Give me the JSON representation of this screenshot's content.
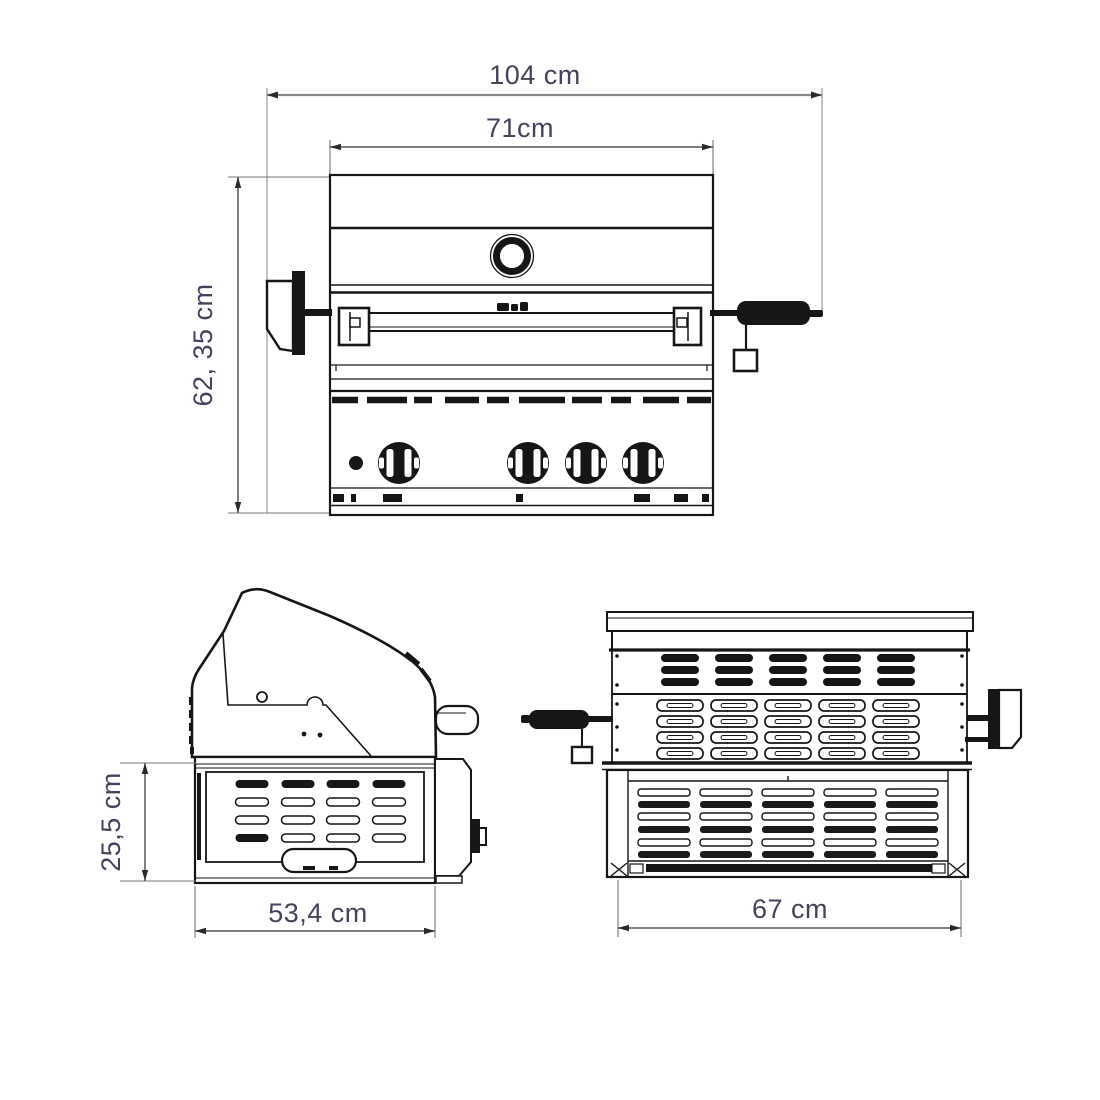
{
  "drawing": {
    "description": "Dimensional line drawing of a built-in gas barbecue grill with rotisserie, shown in three views (front, side, rear)",
    "units": "cm",
    "colors": {
      "ink": "#161616",
      "dimension_line": "#6e6e6e",
      "overall_dimension_line": "#8a8a8a",
      "dimension_text": "#45425b",
      "background": "#ffffff"
    },
    "views": {
      "front": {
        "dimensions": {
          "overall_width": {
            "label": "104 cm",
            "value_cm": 104
          },
          "body_width": {
            "label": "71cm",
            "value_cm": 71
          },
          "overall_height": {
            "label": "62, 35 cm",
            "value_cm": 62.35
          }
        },
        "features": {
          "burner_knobs": 4,
          "ignition_button": 1,
          "thermometer": 1,
          "rotisserie_spit": 1,
          "rotisserie_motor": 1,
          "spit_handle": 1
        }
      },
      "side": {
        "dimensions": {
          "base_height": {
            "label": "25,5 cm",
            "value_cm": 25.5
          },
          "depth": {
            "label": "53,4 cm",
            "value_cm": 53.4
          }
        },
        "features": {
          "lid_handle": 1,
          "vent_slot_columns": 4,
          "vent_slot_rows": 4
        }
      },
      "rear": {
        "dimensions": {
          "base_width": {
            "label": "67 cm",
            "value_cm": 67
          }
        },
        "features": {
          "upper_louver_columns": 5,
          "upper_louver_rows": 3,
          "mid_louver_rows": 4,
          "lower_slot_rows": 6
        }
      }
    }
  }
}
